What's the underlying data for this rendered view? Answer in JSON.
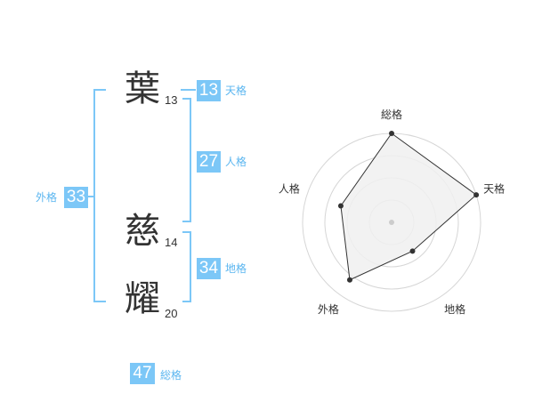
{
  "name": {
    "chars": [
      {
        "char": "葉",
        "strokes": "13"
      },
      {
        "char": "慈",
        "strokes": "14"
      },
      {
        "char": "耀",
        "strokes": "20"
      }
    ]
  },
  "fortunes": {
    "tenkaku": {
      "label": "天格",
      "value": "13"
    },
    "jinkaku": {
      "label": "人格",
      "value": "27"
    },
    "chikaku": {
      "label": "地格",
      "value": "34"
    },
    "gaikaku": {
      "label": "外格",
      "value": "33"
    },
    "soukaku": {
      "label": "総格",
      "value": "47"
    }
  },
  "colors": {
    "accent": "#7cc7f7",
    "accent_text": "#5bb6f0",
    "radar_fill": "#f0f0f0"
  },
  "chart_data": {
    "type": "radar",
    "axes": [
      "総格",
      "天格",
      "地格",
      "外格",
      "人格"
    ],
    "values": [
      1.0,
      1.0,
      0.4,
      0.8,
      0.6
    ],
    "max": 1.0,
    "rings": 4
  }
}
